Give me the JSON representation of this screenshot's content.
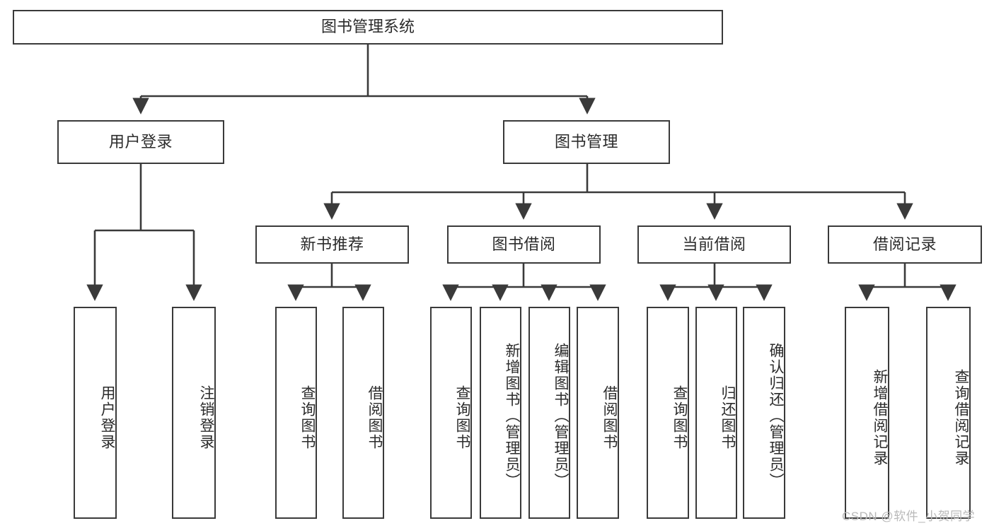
{
  "diagram": {
    "title": "图书管理系统",
    "type": "tree-hierarchy-diagram",
    "colors": {
      "box_border": "#3a3a3a",
      "box_fill": "#ffffff",
      "text": "#2b2b2b",
      "connector": "#3a3a3a",
      "watermark": "#b9b9b9",
      "background": "#ffffff"
    },
    "root": {
      "label": "图书管理系统"
    },
    "level2": [
      {
        "label": "用户登录"
      },
      {
        "label": "图书管理"
      }
    ],
    "level3": [
      {
        "label": "新书推荐"
      },
      {
        "label": "图书借阅"
      },
      {
        "label": "当前借阅"
      },
      {
        "label": "借阅记录"
      }
    ],
    "leaves": {
      "user_login": [
        {
          "label": "用户登录"
        },
        {
          "label": "注销登录"
        }
      ],
      "new_book_recommend": [
        {
          "label": "查询图书"
        },
        {
          "label": "借阅图书"
        }
      ],
      "book_borrow": [
        {
          "label": "查询图书"
        },
        {
          "label": "新增图书（管理员）"
        },
        {
          "label": "编辑图书（管理员）"
        },
        {
          "label": "借阅图书"
        }
      ],
      "current_borrow": [
        {
          "label": "查询图书"
        },
        {
          "label": "归还图书"
        },
        {
          "label": "确认归还（管理员）"
        }
      ],
      "borrow_record": [
        {
          "label": "新增借阅记录"
        },
        {
          "label": "查询借阅记录"
        }
      ]
    },
    "watermark": "CSDN @软件_小贺同学"
  }
}
